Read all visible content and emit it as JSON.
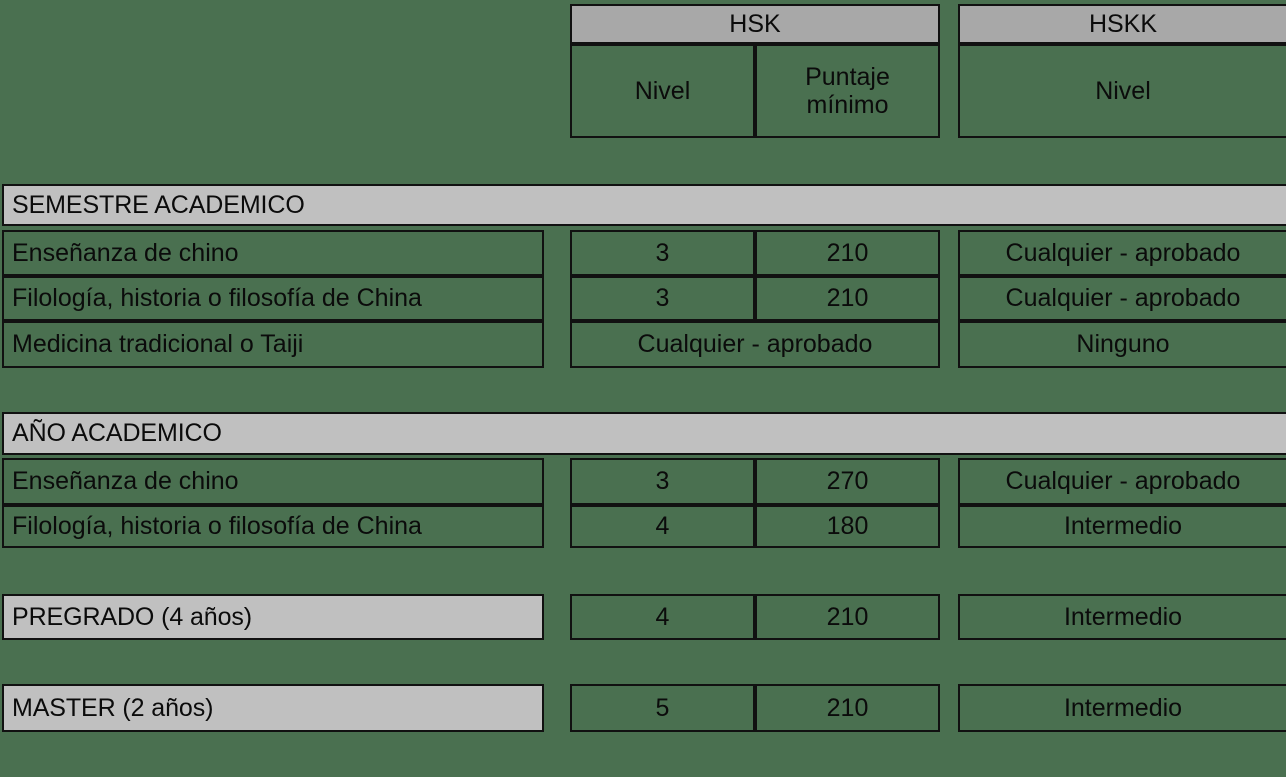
{
  "colors": {
    "background_green": "#4a7050",
    "header_gray": "#a8a8a8",
    "band_gray": "#c0c0c0",
    "border": "#111111",
    "text": "#0b0b0b"
  },
  "header": {
    "hsk_group": "HSK",
    "hskk_group": "HSKK",
    "hsk_level": "Nivel",
    "hsk_score_line1": "Puntaje",
    "hsk_score_line2": "mínimo",
    "hskk_level": "Nivel"
  },
  "sections": [
    {
      "banner": "SEMESTRE ACADEMICO",
      "rows": [
        {
          "label": "Enseñanza de chino",
          "merged": false,
          "hsk_level": "3",
          "hsk_score": "210",
          "hskk_level": "Cualquier - aprobado"
        },
        {
          "label": "Filología, historia o filosofía de China",
          "merged": false,
          "hsk_level": "3",
          "hsk_score": "210",
          "hskk_level": "Cualquier - aprobado"
        },
        {
          "label": "Medicina tradicional o Taiji",
          "merged": true,
          "hsk_merged": "Cualquier - aprobado",
          "hskk_level": "Ninguno"
        }
      ]
    },
    {
      "banner": "AÑO ACADEMICO",
      "rows": [
        {
          "label": "Enseñanza de chino",
          "merged": false,
          "hsk_level": "3",
          "hsk_score": "270",
          "hskk_level": "Cualquier - aprobado"
        },
        {
          "label": "Filología, historia o filosofía de China",
          "merged": false,
          "hsk_level": "4",
          "hsk_score": "180",
          "hskk_level": "Intermedio"
        }
      ]
    }
  ],
  "single_rows": [
    {
      "banner": "PREGRADO (4 años)",
      "hsk_level": "4",
      "hsk_score": "210",
      "hskk_level": "Intermedio"
    },
    {
      "banner": "MASTER (2 años)",
      "hsk_level": "5",
      "hsk_score": "210",
      "hskk_level": "Intermedio"
    }
  ]
}
